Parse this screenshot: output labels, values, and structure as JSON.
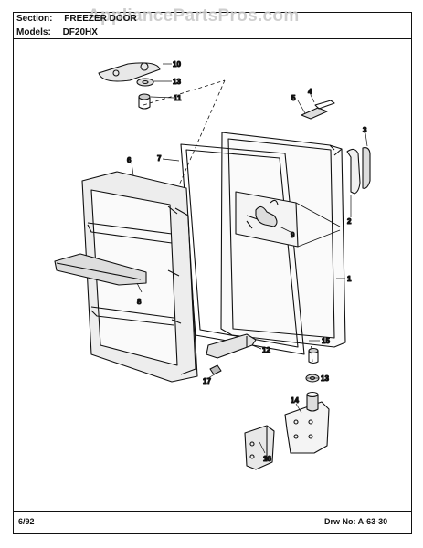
{
  "header": {
    "section_label": "Section:",
    "section_value": "FREEZER DOOR",
    "models_label": "Models:",
    "models_value": "DF20HX"
  },
  "watermark": "AppliancePartsPros.com",
  "footer": {
    "date": "6/92",
    "drawing_label": "Drw No:",
    "drawing_value": "A-63-30"
  },
  "callouts": [
    "10",
    "13",
    "11",
    "4",
    "5",
    "3",
    "6",
    "7",
    "2",
    "9",
    "1",
    "8",
    "15",
    "13",
    "12",
    "17",
    "14",
    "16"
  ]
}
